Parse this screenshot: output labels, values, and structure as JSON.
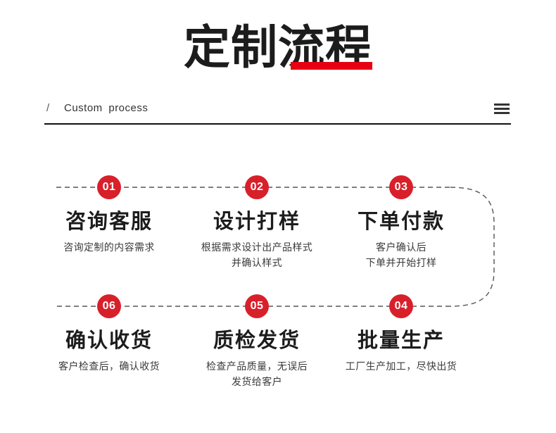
{
  "header": {
    "title": "定制流程",
    "subtitle_slash": "/",
    "subtitle": "Custom  process",
    "menu_icon": "hamburger-menu-icon",
    "accent_color": "#e60012",
    "title_color": "#1c1c1c",
    "divider_color": "#111111"
  },
  "flow": {
    "badge_color": "#d8202b",
    "badge_text_color": "#ffffff",
    "connector_style": "dashed",
    "connector_color": "#555555",
    "steps": [
      {
        "number": "01",
        "title": "咨询客服",
        "desc_lines": [
          "咨询定制的内容需求"
        ]
      },
      {
        "number": "02",
        "title": "设计打样",
        "desc_lines": [
          "根据需求设计出产品样式",
          "并确认样式"
        ]
      },
      {
        "number": "03",
        "title": "下单付款",
        "desc_lines": [
          "客户确认后",
          "下单并开始打样"
        ]
      },
      {
        "number": "04",
        "title": "批量生产",
        "desc_lines": [
          "工厂生产加工，尽快出货"
        ]
      },
      {
        "number": "05",
        "title": "质检发货",
        "desc_lines": [
          "检查产品质量，无误后",
          "发货给客户"
        ]
      },
      {
        "number": "06",
        "title": "确认收货",
        "desc_lines": [
          "客户检查后，确认收货"
        ]
      }
    ]
  }
}
